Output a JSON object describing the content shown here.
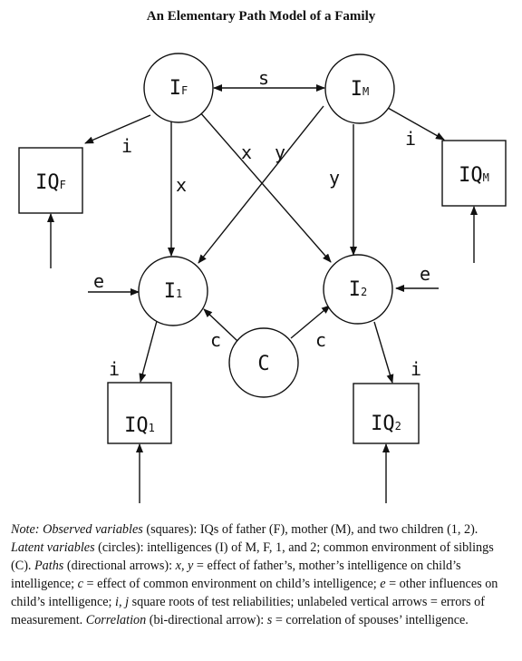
{
  "title": "An Elementary Path Model of a Family",
  "nodes": {
    "IF": {
      "main": "I",
      "sub": "F"
    },
    "IM": {
      "main": "I",
      "sub": "M"
    },
    "I1": {
      "main": "I",
      "sub": "1"
    },
    "I2": {
      "main": "I",
      "sub": "2"
    },
    "C": {
      "main": "C",
      "sub": ""
    },
    "IQF": {
      "main": "IQ",
      "sub": "F"
    },
    "IQM": {
      "main": "IQ",
      "sub": "M"
    },
    "IQ1": {
      "main": "IQ",
      "sub": "1"
    },
    "IQ2": {
      "main": "IQ",
      "sub": "2"
    }
  },
  "edge_labels": {
    "s": "s",
    "i_F": "i",
    "i_M": "i",
    "i_1": "i",
    "i_2": "i",
    "x_F1": "x",
    "x_M1": "x",
    "y_F2": "y",
    "y_M2": "y",
    "e_1": "e",
    "e_2": "e",
    "c_1": "c",
    "c_2": "c"
  },
  "note": {
    "p1": "Note: Observed variables",
    "p2": " (squares): IQs of father (F), mother (M), and two children (1, 2). ",
    "p3": "Latent variables",
    "p4": " (circles): intelligences (I) of M, F, 1, and 2; common environment of siblings (C). ",
    "p5": "Paths",
    "p6": " (directional arrows): ",
    "p7": "x, y",
    "p8": " = effect of father’s, mother’s intelligence on child’s intelligence; ",
    "p9": "c",
    "p10": " = effect of common environment on child’s intelligence; ",
    "p11": "e",
    "p12": " = other influences on child’s intelligence; ",
    "p13": "i, j",
    "p14": " square roots of test reliabilities; unlabeled vertical arrows = errors of measurement. ",
    "p15": "Correlation",
    "p16": " (bi-directional arrow): ",
    "p17": "s",
    "p18": " = correlation of spouses’ intelligence."
  }
}
